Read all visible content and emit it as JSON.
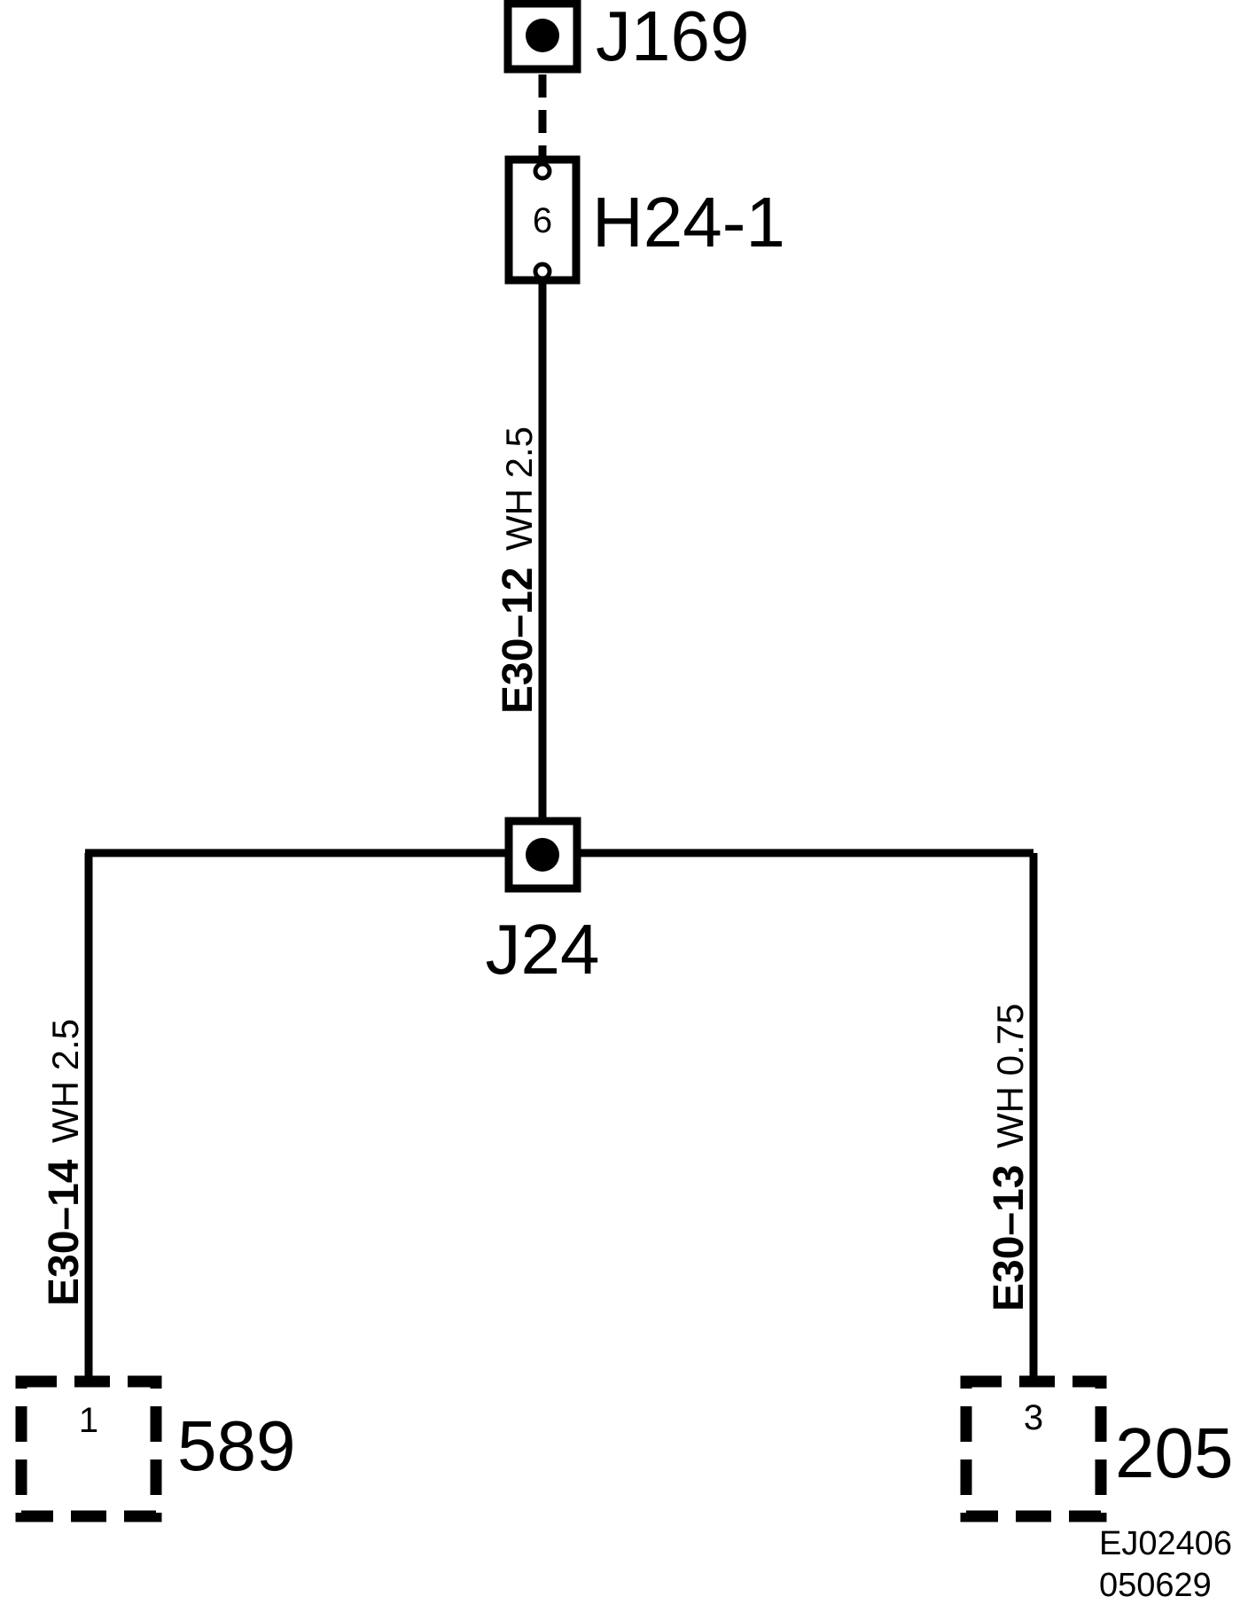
{
  "colors": {
    "ink": "#000000",
    "background": "#ffffff"
  },
  "components": {
    "j169": {
      "label": "J169"
    },
    "h24_1": {
      "label": "H24-1",
      "pin": "6"
    },
    "j24": {
      "label": "J24"
    },
    "c589": {
      "label": "589",
      "pin": "1"
    },
    "c205": {
      "label": "205",
      "pin": "3"
    }
  },
  "wires": {
    "e30_12": {
      "id": "E30–12",
      "spec": "WH 2.5"
    },
    "e30_14": {
      "id": "E30–14",
      "spec": "WH 2.5"
    },
    "e30_13": {
      "id": "E30–13",
      "spec": "WH 0.75"
    }
  },
  "drawing_ref": {
    "line1": "EJ02406",
    "line2": "050629"
  }
}
